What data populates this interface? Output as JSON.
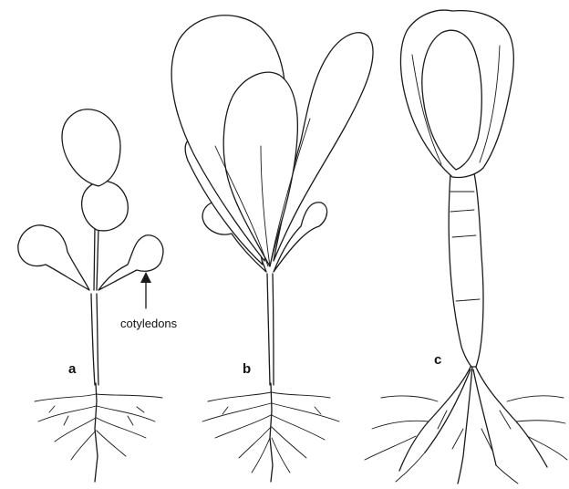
{
  "figure": {
    "panels": [
      {
        "id": "a",
        "label": "a"
      },
      {
        "id": "b",
        "label": "b"
      },
      {
        "id": "c",
        "label": "c"
      }
    ],
    "annotation": {
      "text": "cotyledons"
    }
  },
  "colors": {
    "ink": "#1a1a1a",
    "paper": "#ffffff"
  }
}
